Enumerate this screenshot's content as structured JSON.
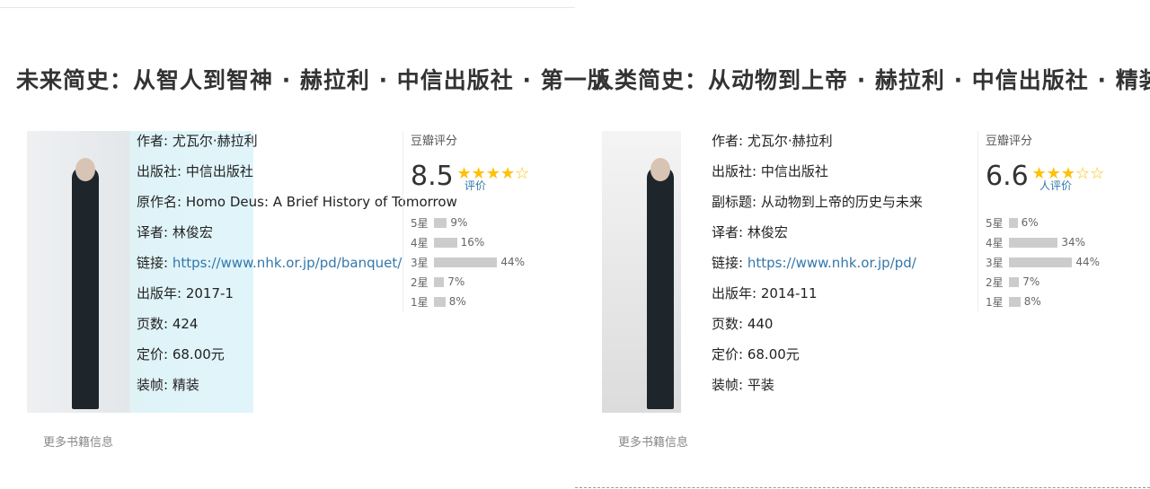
{
  "left": {
    "title": "未来简史：从智人到智神 · 赫拉利 · 中信出版社 · 第一版",
    "fields": [
      {
        "label": "作者:",
        "value": "尤瓦尔·赫拉利"
      },
      {
        "label": "出版社:",
        "value": "中信出版社"
      },
      {
        "label": "原作名:",
        "value": "Homo Deus: A Brief History of Tomorrow"
      },
      {
        "label": "译者:",
        "value": "林俊宏"
      },
      {
        "label": "链接:",
        "value": "https://www.nhk.or.jp/pd/banquet/"
      },
      {
        "label": "出版年:",
        "value": "2017-1"
      },
      {
        "label": "页数:",
        "value": "424"
      },
      {
        "label": "定价:",
        "value": "68.00元"
      },
      {
        "label": "装帧:",
        "value": "精装"
      }
    ],
    "rating": {
      "label": "豆瓣评分",
      "score": "8.5",
      "stars": "★★★★☆",
      "count": "评价",
      "distribution": [
        {
          "star": "5星",
          "pct": "9%"
        },
        {
          "star": "4星",
          "pct": "16%"
        },
        {
          "star": "3星",
          "pct": "44%"
        },
        {
          "star": "2星",
          "pct": "7%"
        },
        {
          "star": "1星",
          "pct": "8%"
        }
      ]
    },
    "caption": "更多书籍信息"
  },
  "right": {
    "title": "人类简史：从动物到上帝 · 赫拉利 · 中信出版社 · 精装版",
    "fields": [
      {
        "label": "作者:",
        "value": "尤瓦尔·赫拉利"
      },
      {
        "label": "出版社:",
        "value": "中信出版社"
      },
      {
        "label": "副标题:",
        "value": "从动物到上帝的历史与未来"
      },
      {
        "label": "译者:",
        "value": "林俊宏"
      },
      {
        "label": "链接:",
        "value": "https://www.nhk.or.jp/pd/"
      },
      {
        "label": "出版年:",
        "value": "2014-11"
      },
      {
        "label": "页数:",
        "value": "440"
      },
      {
        "label": "定价:",
        "value": "68.00元"
      },
      {
        "label": "装帧:",
        "value": "平装"
      }
    ],
    "rating": {
      "label": "豆瓣评分",
      "score": "6.6",
      "stars": "★★★☆☆",
      "count": "人评价",
      "distribution": [
        {
          "star": "5星",
          "pct": "6%"
        },
        {
          "star": "4星",
          "pct": "34%"
        },
        {
          "star": "3星",
          "pct": "44%"
        },
        {
          "star": "2星",
          "pct": "7%"
        },
        {
          "star": "1星",
          "pct": "8%"
        }
      ]
    },
    "caption": "更多书籍信息"
  }
}
